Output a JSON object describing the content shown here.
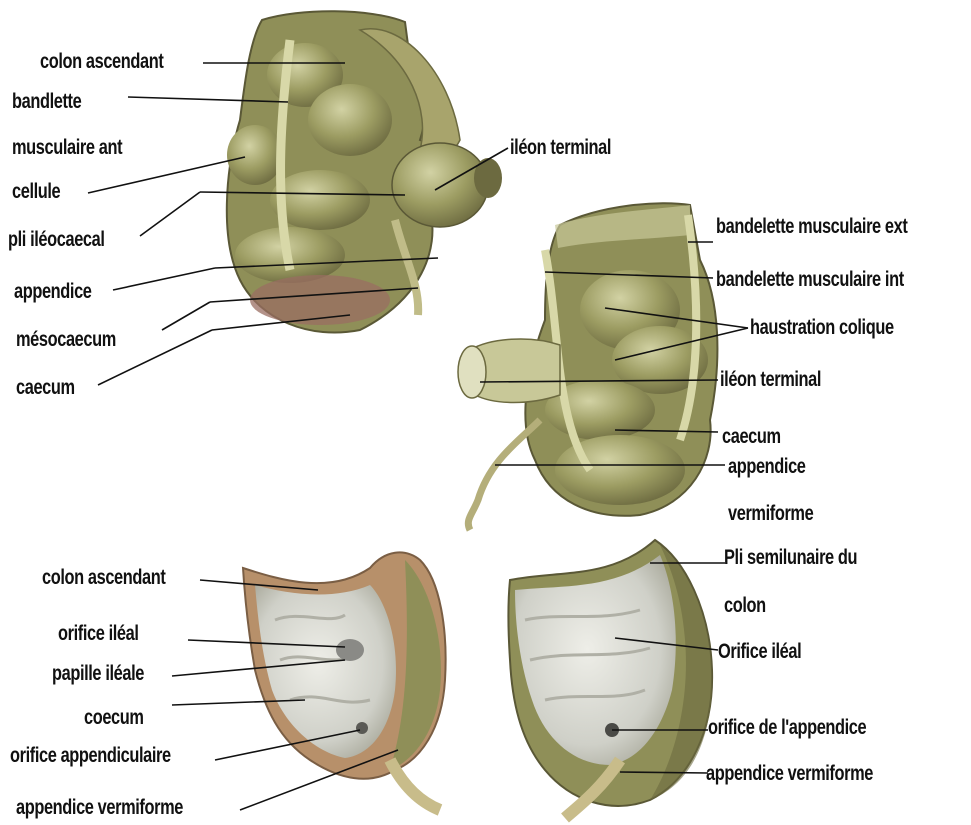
{
  "figures": {
    "top_left": {
      "labels": {
        "colon_ascendant": "colon ascendant",
        "bandlette": "bandlette",
        "musculaire_ant": "musculaire ant",
        "cellule": "cellule",
        "pli_ileocaecal": "pli iléocaecal",
        "appendice": "appendice",
        "mesocaecum": "mésocaecum",
        "caecum": "caecum",
        "ileon_terminal": "iléon terminal"
      }
    },
    "right": {
      "labels": {
        "bandelette_ext": "bandelette musculaire ext",
        "bandelette_int": "bandelette musculaire int",
        "haustration": "haustration colique",
        "ileon_terminal": "iléon terminal",
        "caecum": "caecum",
        "appendice": "appendice",
        "vermiforme": "vermiforme"
      }
    },
    "bottom_left": {
      "labels": {
        "colon_ascendant": "colon ascendant",
        "orifice_ileal": "orifice iléal",
        "papille_ileale": "papille iléale",
        "coecum": "coecum",
        "orifice_appendiculaire": "orifice appendiculaire",
        "appendice_vermiforme": "appendice vermiforme"
      }
    },
    "bottom_right": {
      "labels": {
        "pli_semilunaire": "Pli semilunaire du",
        "colon": "colon",
        "orifice_ileal": "Orifice iléal",
        "orifice_appendice": "orifice de l'appendice",
        "appendice_vermiforme": "appendice vermiforme"
      }
    }
  },
  "colors": {
    "organ": "#9a9a5e",
    "organ_dark": "#6f6d42",
    "organ_light": "#c8c898",
    "pink": "#b58a7a",
    "mucosa": "#dcdcd4",
    "leader": "#111111"
  }
}
